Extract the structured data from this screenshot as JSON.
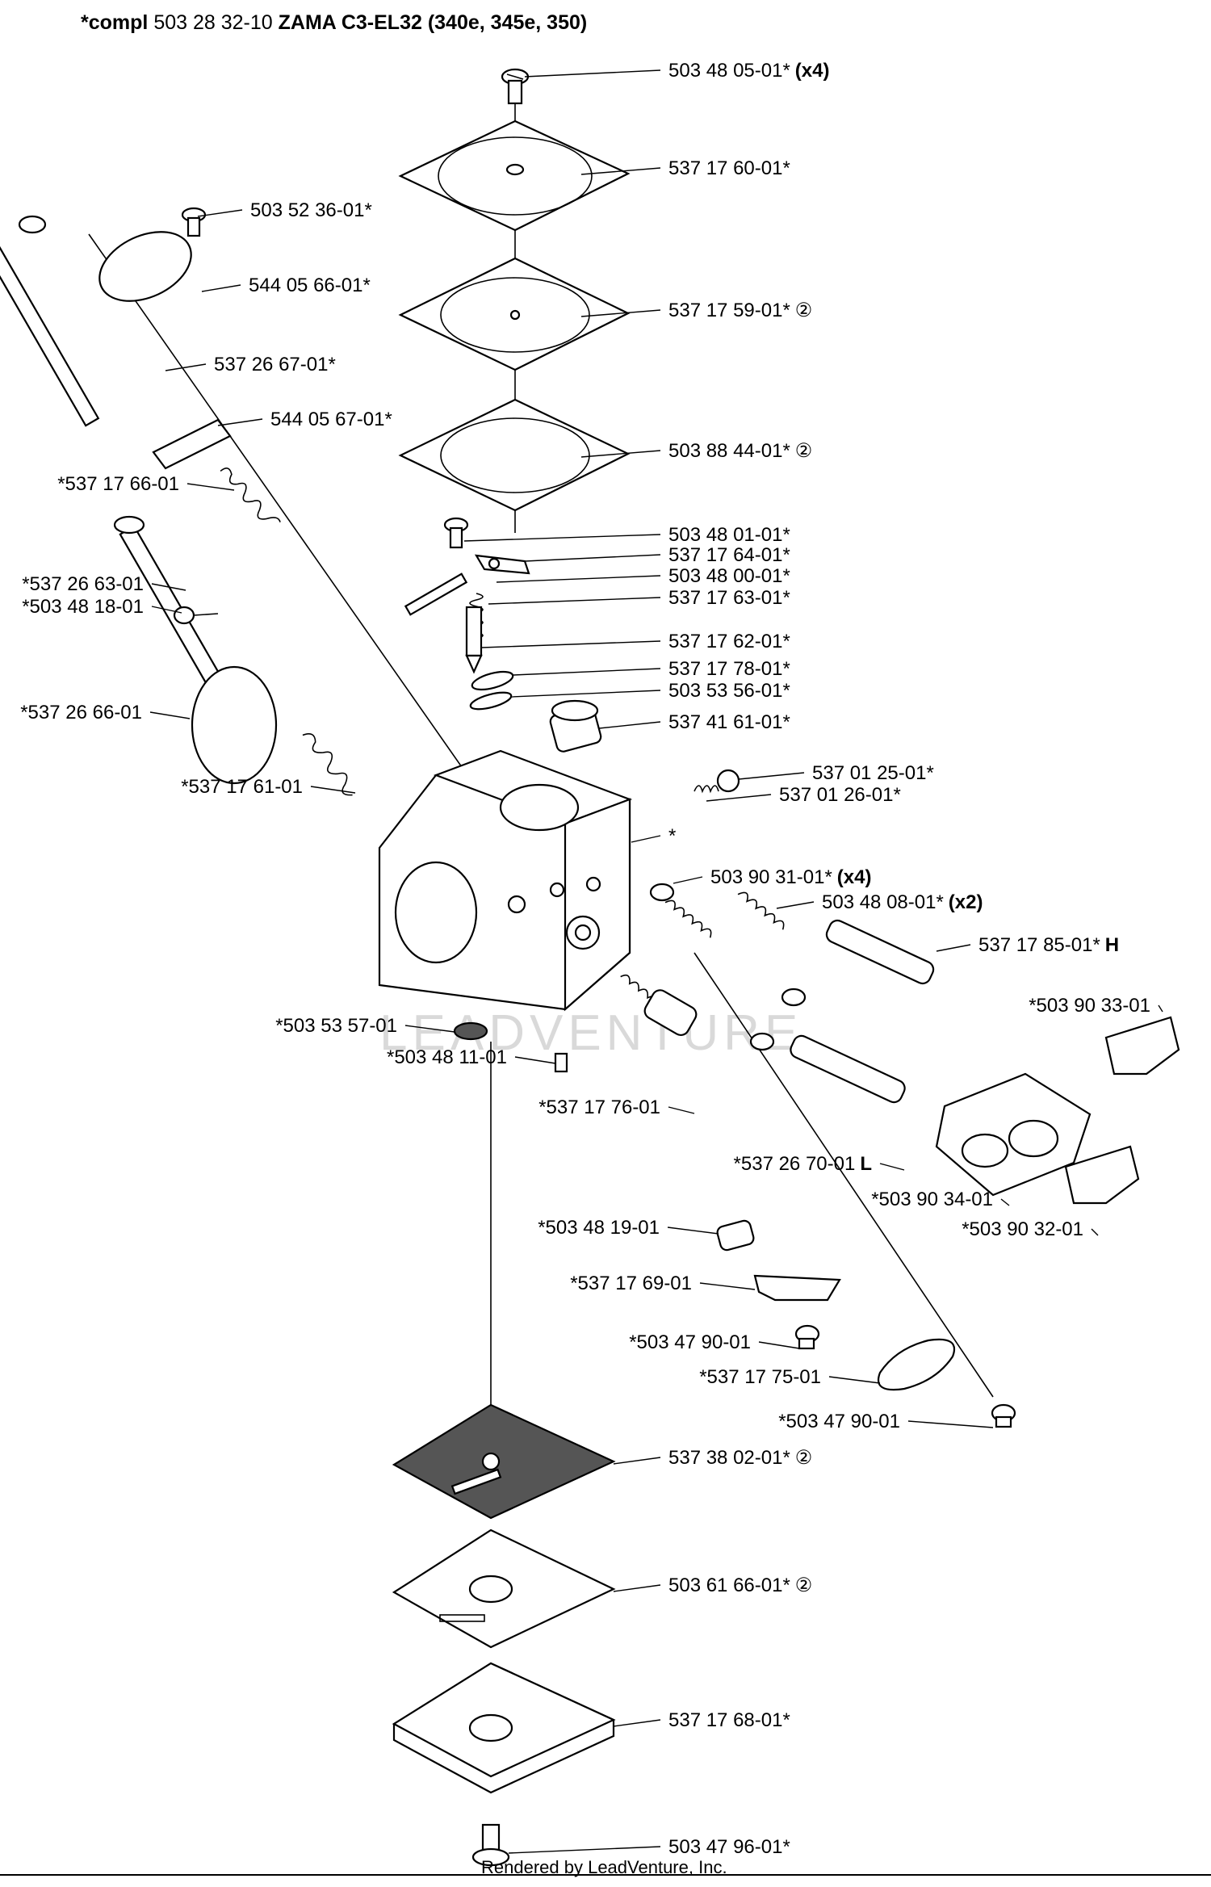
{
  "title": {
    "prefix": "*compl",
    "part": "503 28 32-10",
    "model": "ZAMA C3-EL32 (340e, 345e, 350)"
  },
  "callouts": [
    {
      "id": "c01",
      "number": "503 48 05-01*",
      "qty": "(x4)"
    },
    {
      "id": "c02",
      "number": "537 17 60-01*"
    },
    {
      "id": "c03",
      "number": "503 52 36-01*"
    },
    {
      "id": "c04",
      "number": "544 05 66-01*"
    },
    {
      "id": "c05",
      "number": "537 17 59-01*",
      "note": "②"
    },
    {
      "id": "c06",
      "number": "537 26 67-01*"
    },
    {
      "id": "c07",
      "number": "544 05 67-01*"
    },
    {
      "id": "c08",
      "number": "503 88 44-01*",
      "note": "②"
    },
    {
      "id": "c09",
      "number": "*537 17 66-01"
    },
    {
      "id": "c10",
      "number": "503 48 01-01*"
    },
    {
      "id": "c11",
      "number": "537 17 64-01*"
    },
    {
      "id": "c12",
      "number": "503 48 00-01*"
    },
    {
      "id": "c13",
      "number": "537 17 63-01*"
    },
    {
      "id": "c14",
      "number": "*537 26 63-01"
    },
    {
      "id": "c15",
      "number": "*503 48 18-01"
    },
    {
      "id": "c16",
      "number": "537 17 62-01*"
    },
    {
      "id": "c17",
      "number": "537 17 78-01*"
    },
    {
      "id": "c18",
      "number": "503 53 56-01*"
    },
    {
      "id": "c19",
      "number": "*537 26 66-01"
    },
    {
      "id": "c20",
      "number": "537 41 61-01*"
    },
    {
      "id": "c21",
      "number": "537 01 25-01*"
    },
    {
      "id": "c22",
      "number": "*537 17 61-01"
    },
    {
      "id": "c23",
      "number": "537 01 26-01*"
    },
    {
      "id": "c24",
      "number": "*"
    },
    {
      "id": "c25",
      "number": "503 90 31-01*",
      "qty": "(x4)"
    },
    {
      "id": "c26",
      "number": "503 48 08-01*",
      "qty": "(x2)"
    },
    {
      "id": "c27",
      "number": "537 17 85-01*",
      "qty": "H"
    },
    {
      "id": "c28",
      "number": "*503 90 33-01"
    },
    {
      "id": "c29",
      "number": "*503 53 57-01"
    },
    {
      "id": "c30",
      "number": "*503 48 11-01"
    },
    {
      "id": "c31",
      "number": "*537 17 76-01"
    },
    {
      "id": "c32",
      "number": "*537 26 70-01",
      "qty": "L"
    },
    {
      "id": "c33",
      "number": "*503 90 34-01"
    },
    {
      "id": "c34",
      "number": "*503 90 32-01"
    },
    {
      "id": "c35",
      "number": "*503 48 19-01"
    },
    {
      "id": "c36",
      "number": "*537 17 69-01"
    },
    {
      "id": "c37",
      "number": "*503 47 90-01"
    },
    {
      "id": "c38",
      "number": "*537 17 75-01"
    },
    {
      "id": "c39",
      "number": "*503 47 90-01"
    },
    {
      "id": "c40",
      "number": "537 38 02-01*",
      "note": "②"
    },
    {
      "id": "c41",
      "number": "503 61 66-01*",
      "note": "②"
    },
    {
      "id": "c42",
      "number": "537 17 68-01*"
    },
    {
      "id": "c43",
      "number": "503 47 96-01*"
    }
  ],
  "footer": "Rendered by LeadVenture, Inc.",
  "watermark": "LEADVENTURE"
}
